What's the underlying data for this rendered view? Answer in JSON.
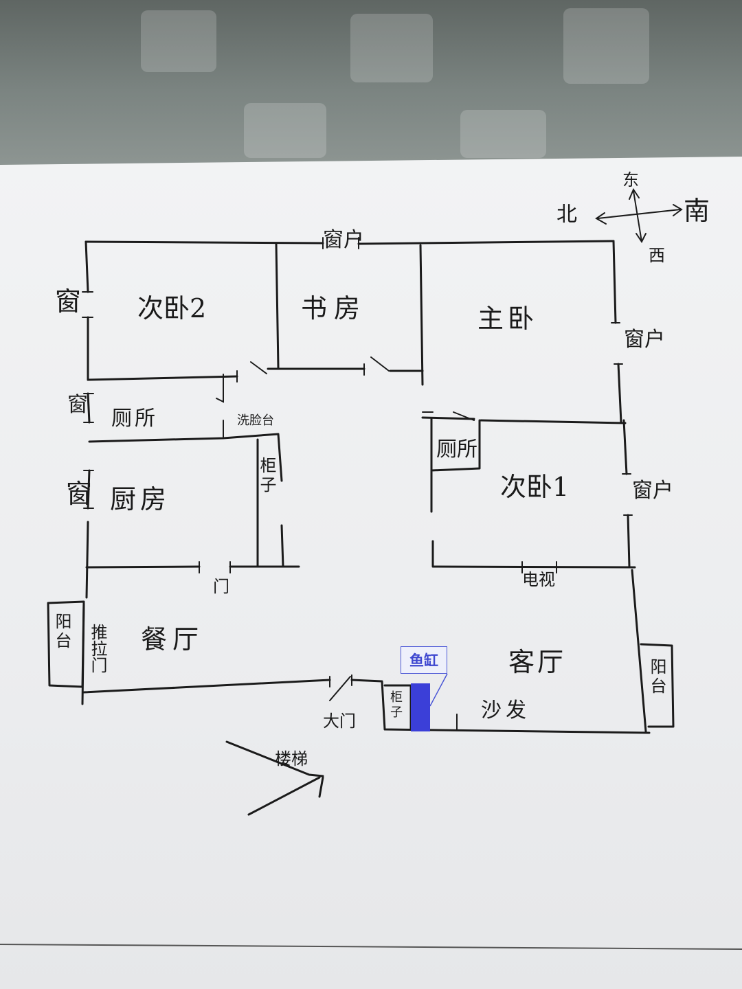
{
  "rooms": {
    "bedroom2": "次卧2",
    "study": "书房",
    "master_bedroom": "主卧",
    "toilet_left": "厕所",
    "kitchen": "厨房",
    "toilet_right": "厕所",
    "bedroom1": "次卧1",
    "dining_hall": "餐厅",
    "living_room": "客厅"
  },
  "fixtures": {
    "window_top": "窗户",
    "window_left_1": "窗",
    "window_left_2": "窗",
    "window_left_3": "窗",
    "window_right_1": "窗户",
    "window_right_2": "窗户",
    "wash_basin": "洗脸台",
    "cabinet_hall": "柜子",
    "door_kitchen": "门",
    "tv": "电视",
    "balcony_left": "阳台",
    "balcony_right": "阳台",
    "sliding_door": "推拉门",
    "main_door": "大门",
    "cabinet_entry": "柜子",
    "sofa": "沙发",
    "stairs": "楼梯"
  },
  "compass": {
    "east": "东",
    "north": "北",
    "south": "南",
    "west": "西"
  },
  "annotation": {
    "fish_tank_label": "鱼缸",
    "highlight_color": "#3b3fd8"
  }
}
